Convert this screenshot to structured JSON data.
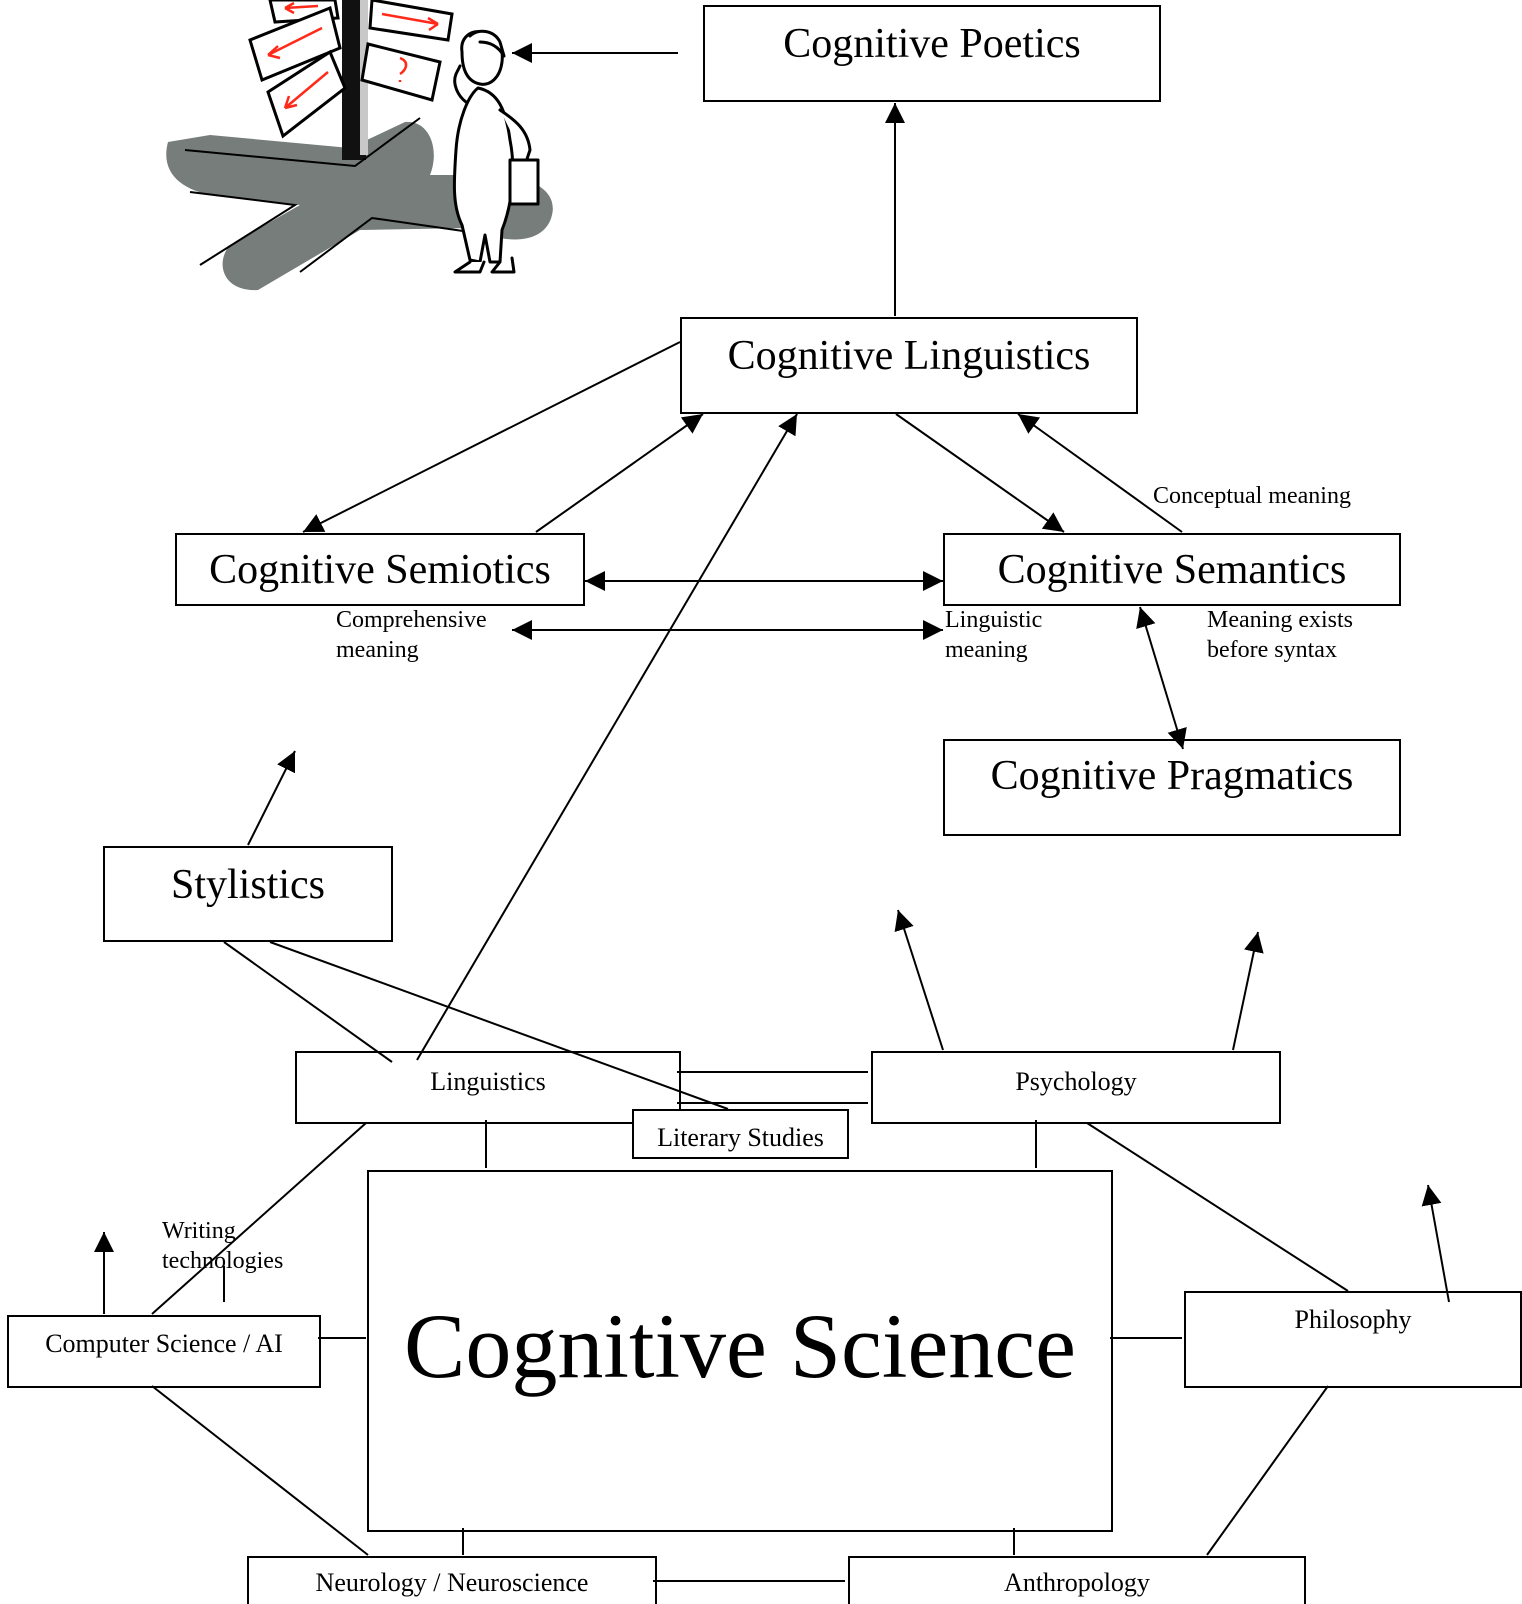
{
  "nodes": {
    "cognitive_poetics": "Cognitive Poetics",
    "cognitive_linguistics": "Cognitive Linguistics",
    "cognitive_semiotics": "Cognitive Semiotics",
    "cognitive_semantics": "Cognitive Semantics",
    "cognitive_pragmatics": "Cognitive Pragmatics",
    "stylistics": "Stylistics",
    "linguistics": "Linguistics",
    "psychology": "Psychology",
    "literary_studies": "Literary Studies",
    "cognitive_science": "Cognitive Science",
    "computer_science_ai": "Computer Science / AI",
    "philosophy": "Philosophy",
    "neurology_neuroscience": "Neurology / Neuroscience",
    "anthropology": "Anthropology"
  },
  "labels": {
    "conceptual_meaning": "Conceptual meaning",
    "comprehensive_meaning_1": "Comprehensive",
    "comprehensive_meaning_2": "meaning",
    "linguistic_meaning_1": "Linguistic",
    "linguistic_meaning_2": "meaning",
    "meaning_exists_1": "Meaning exists",
    "meaning_exists_2": "before syntax",
    "writing_technologies_1": "Writing",
    "writing_technologies_2": "technologies"
  },
  "colors": {
    "shadow": "#767d7a",
    "sign_arrows": "#ff2a1a"
  },
  "icons": [
    "signpost-with-confused-businessman-icon"
  ]
}
